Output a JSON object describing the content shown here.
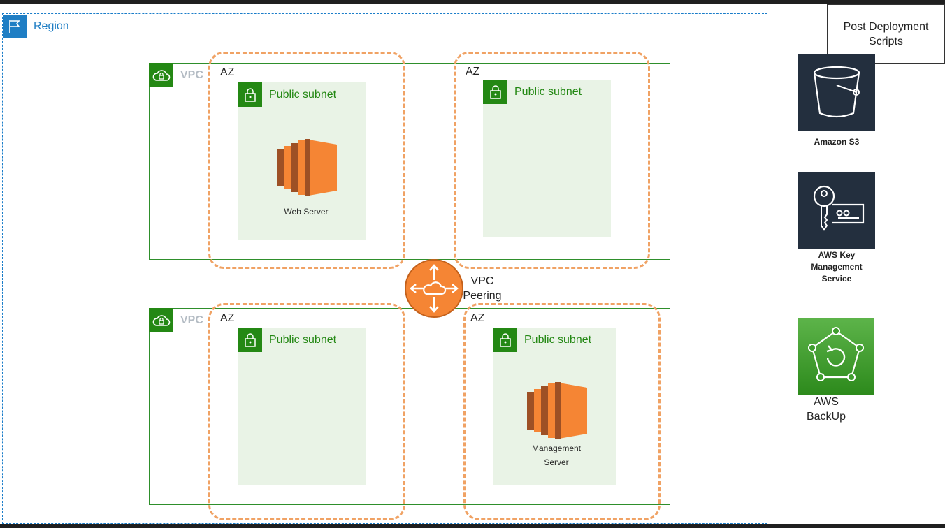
{
  "region": {
    "label": "Region"
  },
  "vpc_label": "VPC",
  "az_label": "AZ",
  "subnet_label": "Public subnet",
  "servers": {
    "web": "Web Server",
    "management_1": "Management",
    "management_2": "Server"
  },
  "peering": {
    "line1": "VPC",
    "line2": "Peering"
  },
  "post_deployment": {
    "line1": "Post Deployment",
    "line2": "Scripts"
  },
  "services": {
    "s3": "Amazon S3",
    "kms_1": "AWS Key",
    "kms_2": "Management",
    "kms_3": "Service",
    "backup_1": "AWS",
    "backup_2": "BackUp"
  },
  "colors": {
    "region": "#1f7ec4",
    "vpc_green": "#248814",
    "subnet_fill": "#e9f3e6",
    "az_dash": "#f0a264",
    "ec2_orange": "#f58534",
    "service_dark": "#232f3e"
  }
}
